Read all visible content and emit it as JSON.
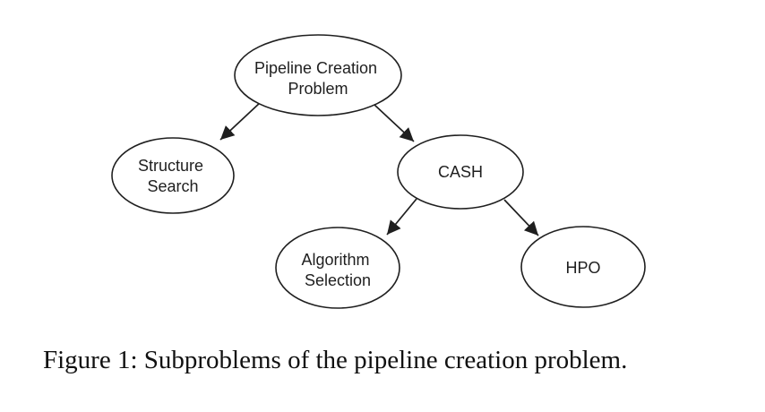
{
  "figure": {
    "caption": "Figure 1: Subproblems of the pipeline creation problem."
  },
  "diagram": {
    "type": "tree",
    "nodes": {
      "pipeline": {
        "line1": "Pipeline Creation",
        "line2": "Problem"
      },
      "structure": {
        "line1": "Structure",
        "line2": "Search"
      },
      "cash": {
        "line1": "CASH"
      },
      "algorithm": {
        "line1": "Algorithm",
        "line2": "Selection"
      },
      "hpo": {
        "line1": "HPO"
      }
    },
    "edges": [
      {
        "from": "Pipeline Creation Problem",
        "to": "Structure Search"
      },
      {
        "from": "Pipeline Creation Problem",
        "to": "CASH"
      },
      {
        "from": "CASH",
        "to": "Algorithm Selection"
      },
      {
        "from": "CASH",
        "to": "HPO"
      }
    ],
    "colors": {
      "background": "#ffffff",
      "stroke": "#1f1f1f",
      "text": "#1f1f1f",
      "caption_text": "#111111"
    }
  }
}
